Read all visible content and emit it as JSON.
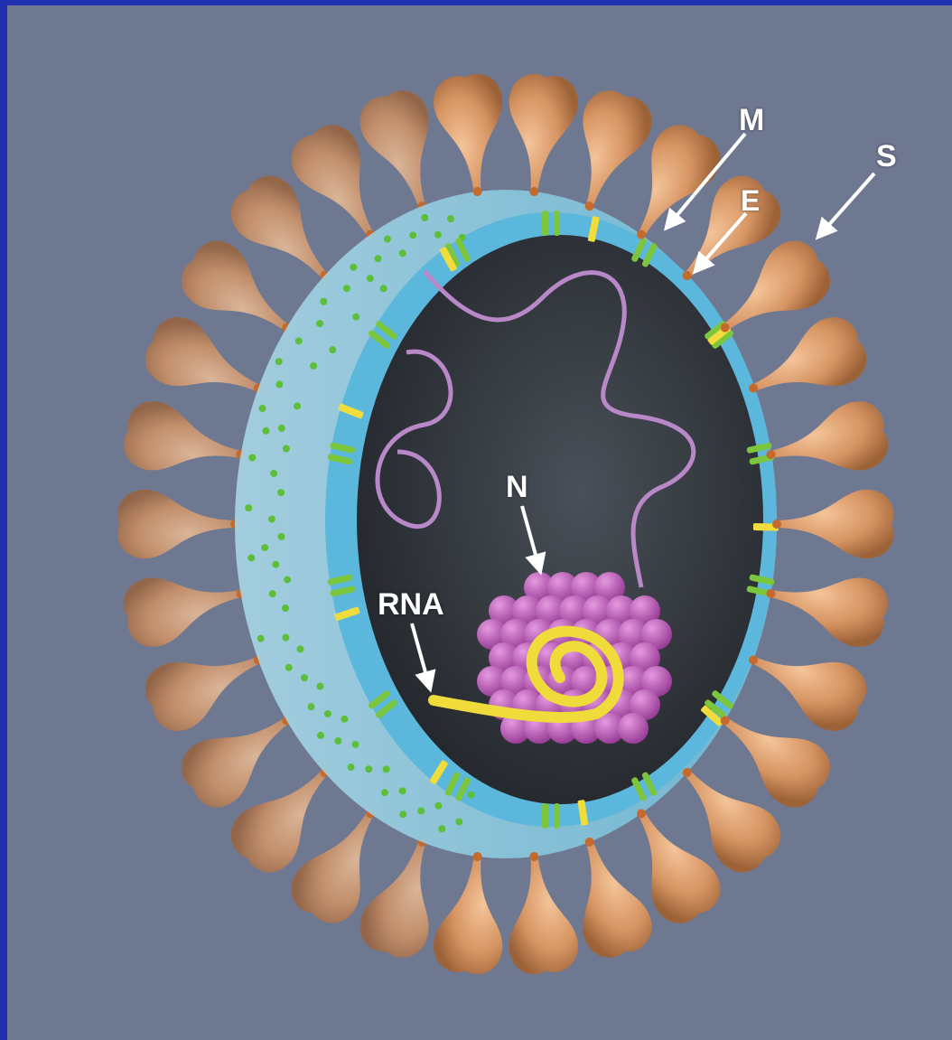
{
  "labels": {
    "m": "M",
    "e": "E",
    "s": "S",
    "n": "N",
    "rna": "RNA"
  },
  "colors": {
    "border": "#1f2fb0",
    "background": "#6f7891",
    "envelope": "#58b4d8",
    "spike": "#c98a5c",
    "m_protein": "#74c03c",
    "e_protein": "#f0dc3a",
    "nucleocapsid": "#b65ab4",
    "rna": "#e8d83a"
  }
}
